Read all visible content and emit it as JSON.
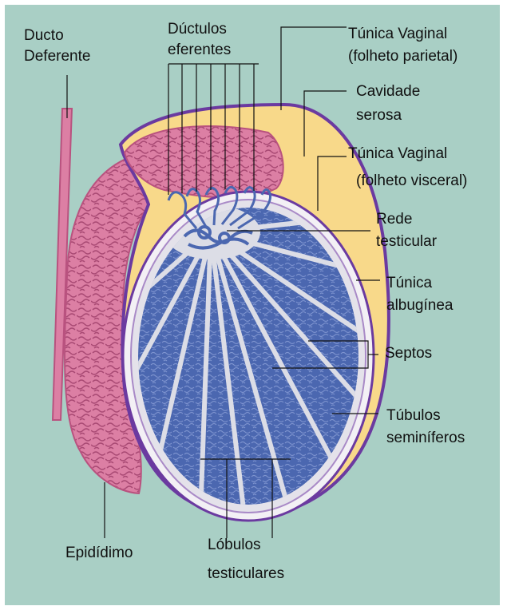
{
  "diagram": {
    "colors": {
      "background": "#a9cfc5",
      "tunica_vaginal": "#6b3aa0",
      "serous_cavity": "#f8d98a",
      "epididymis": "#dc7fa4",
      "epididymis_dark": "#b9527f",
      "lobule": "#4b67b0",
      "septum": "#dcdde6"
    },
    "labels": {
      "ducto_line1": "Ducto",
      "ducto_line2": "Deferente",
      "ductulos_line1": "Dúctulos",
      "ductulos_line2": "eferentes",
      "tv_parietal_line1": "Túnica Vaginal",
      "tv_parietal_line2": "(folheto parietal)",
      "cavidade_line1": "Cavidade",
      "cavidade_line2": "serosa",
      "tv_visceral_line1": "Túnica Vaginal",
      "tv_visceral_line2": "(folheto visceral)",
      "rede_line1": "Rede",
      "rede_line2": "testicular",
      "albuginea_line1": "Túnica",
      "albuginea_line2": "albugínea",
      "septos": "Septos",
      "tubulos_line1": "Túbulos",
      "tubulos_line2": "seminíferos",
      "epididimo": "Epidídimo",
      "lobulos_line1": "Lóbulos",
      "lobulos_line2": "testiculares"
    }
  }
}
